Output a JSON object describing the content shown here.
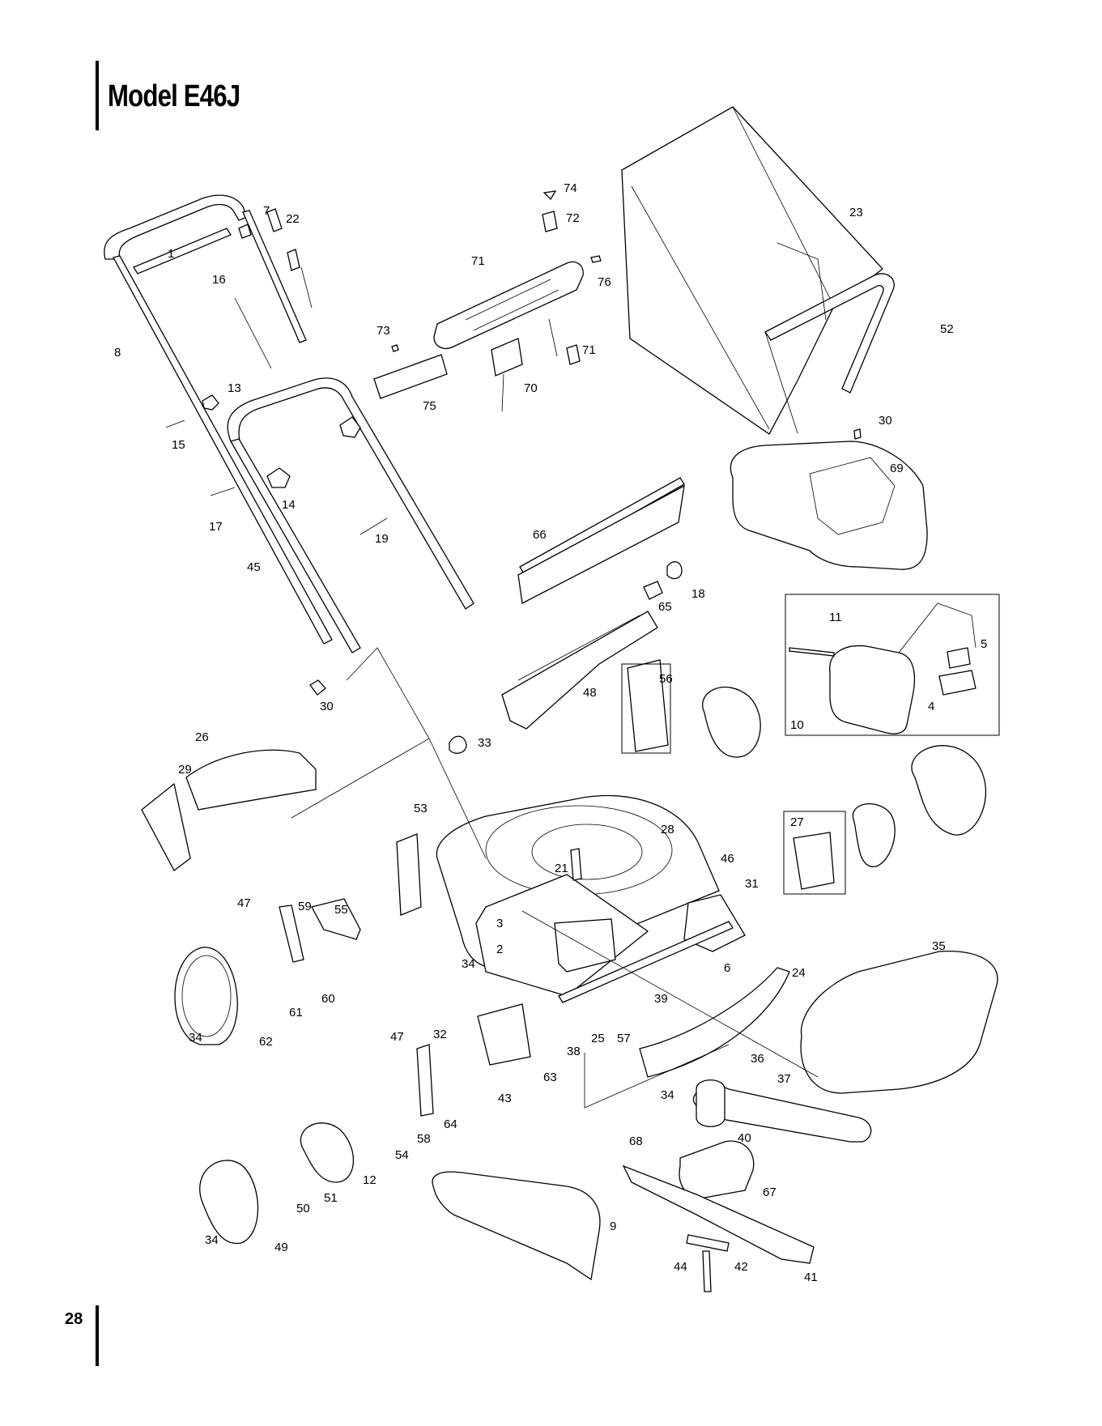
{
  "page": {
    "title": "Model E46J",
    "page_number": "28"
  },
  "diagram": {
    "inset_label": "10",
    "box_27_label": "27",
    "box_56_label": "56",
    "callouts": [
      {
        "id": "1",
        "label": "1"
      },
      {
        "id": "7",
        "label": "7"
      },
      {
        "id": "22",
        "label": "22"
      },
      {
        "id": "16",
        "label": "16"
      },
      {
        "id": "8",
        "label": "8"
      },
      {
        "id": "13",
        "label": "13"
      },
      {
        "id": "15",
        "label": "15"
      },
      {
        "id": "14",
        "label": "14"
      },
      {
        "id": "17",
        "label": "17"
      },
      {
        "id": "19",
        "label": "19"
      },
      {
        "id": "45",
        "label": "45"
      },
      {
        "id": "30a",
        "label": "30"
      },
      {
        "id": "33",
        "label": "33"
      },
      {
        "id": "26",
        "label": "26"
      },
      {
        "id": "29",
        "label": "29"
      },
      {
        "id": "74",
        "label": "74"
      },
      {
        "id": "72",
        "label": "72"
      },
      {
        "id": "71a",
        "label": "71"
      },
      {
        "id": "76",
        "label": "76"
      },
      {
        "id": "73",
        "label": "73"
      },
      {
        "id": "71b",
        "label": "71"
      },
      {
        "id": "70",
        "label": "70"
      },
      {
        "id": "75",
        "label": "75"
      },
      {
        "id": "66",
        "label": "66"
      },
      {
        "id": "65",
        "label": "65"
      },
      {
        "id": "18",
        "label": "18"
      },
      {
        "id": "48",
        "label": "48"
      },
      {
        "id": "23",
        "label": "23"
      },
      {
        "id": "52",
        "label": "52"
      },
      {
        "id": "30b",
        "label": "30"
      },
      {
        "id": "69",
        "label": "69"
      },
      {
        "id": "11",
        "label": "11"
      },
      {
        "id": "5",
        "label": "5"
      },
      {
        "id": "4",
        "label": "4"
      },
      {
        "id": "53",
        "label": "53"
      },
      {
        "id": "28",
        "label": "28"
      },
      {
        "id": "21",
        "label": "21"
      },
      {
        "id": "46",
        "label": "46"
      },
      {
        "id": "31",
        "label": "31"
      },
      {
        "id": "47a",
        "label": "47"
      },
      {
        "id": "59",
        "label": "59"
      },
      {
        "id": "55",
        "label": "55"
      },
      {
        "id": "3",
        "label": "3"
      },
      {
        "id": "2",
        "label": "2"
      },
      {
        "id": "34a",
        "label": "34"
      },
      {
        "id": "6",
        "label": "6"
      },
      {
        "id": "35",
        "label": "35"
      },
      {
        "id": "24",
        "label": "24"
      },
      {
        "id": "60",
        "label": "60"
      },
      {
        "id": "61",
        "label": "61"
      },
      {
        "id": "34b",
        "label": "34"
      },
      {
        "id": "62",
        "label": "62"
      },
      {
        "id": "39",
        "label": "39"
      },
      {
        "id": "47b",
        "label": "47"
      },
      {
        "id": "32",
        "label": "32"
      },
      {
        "id": "38",
        "label": "38"
      },
      {
        "id": "25",
        "label": "25"
      },
      {
        "id": "57",
        "label": "57"
      },
      {
        "id": "36",
        "label": "36"
      },
      {
        "id": "63",
        "label": "63"
      },
      {
        "id": "43",
        "label": "43"
      },
      {
        "id": "37",
        "label": "37"
      },
      {
        "id": "34c",
        "label": "34"
      },
      {
        "id": "64",
        "label": "64"
      },
      {
        "id": "58",
        "label": "58"
      },
      {
        "id": "40",
        "label": "40"
      },
      {
        "id": "54",
        "label": "54"
      },
      {
        "id": "68",
        "label": "68"
      },
      {
        "id": "67",
        "label": "67"
      },
      {
        "id": "12",
        "label": "12"
      },
      {
        "id": "51",
        "label": "51"
      },
      {
        "id": "50",
        "label": "50"
      },
      {
        "id": "9",
        "label": "9"
      },
      {
        "id": "34d",
        "label": "34"
      },
      {
        "id": "49",
        "label": "49"
      },
      {
        "id": "44",
        "label": "44"
      },
      {
        "id": "42",
        "label": "42"
      },
      {
        "id": "41",
        "label": "41"
      }
    ]
  }
}
